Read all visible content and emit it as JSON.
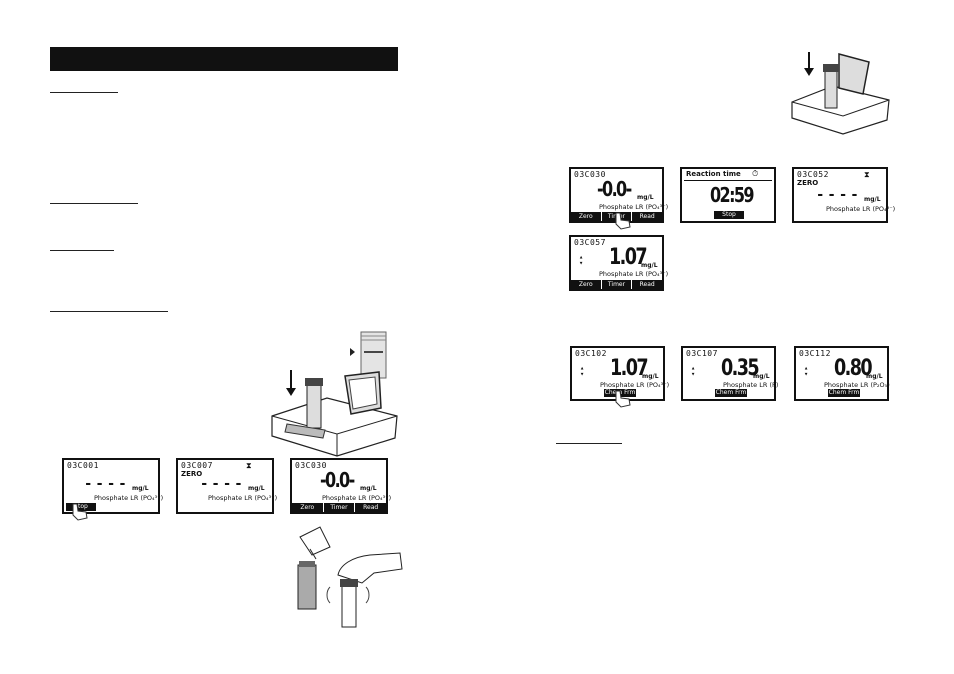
{
  "left_page": {
    "screens": {
      "s1": {
        "code": "03C001",
        "unit": "mg/L",
        "method": "Phosphate LR (PO₄³⁻)",
        "key": "Stop"
      },
      "s2": {
        "code": "03C007",
        "zero_label": "ZERO",
        "icon": "hourglass-icon",
        "unit": "mg/L",
        "method": "Phosphate LR (PO₄³⁻)"
      },
      "s3": {
        "code": "03C030",
        "reading": "-0.0-",
        "unit": "mg/L",
        "method": "Phosphate LR (PO₄³⁻)",
        "keys": [
          "Zero",
          "Timer",
          "Read"
        ]
      }
    }
  },
  "right_page": {
    "screens": {
      "s4": {
        "code": "03C030",
        "reading": "-0.0-",
        "unit": "mg/L",
        "method": "Phosphate LR (PO₄³⁻)",
        "keys": [
          "Zero",
          "Timer",
          "Read"
        ]
      },
      "s5": {
        "title": "Reaction time",
        "time": "02:59",
        "key": "Stop"
      },
      "s6": {
        "code": "03C052",
        "zero_label": "ZERO",
        "icon": "hourglass-icon",
        "unit": "mg/L",
        "method": "Phosphate LR (PO₄³⁻)"
      },
      "s7": {
        "code": "03C057",
        "reading": "1.07",
        "unit": "mg/L",
        "method": "Phosphate LR (PO₄³⁻)",
        "keys": [
          "Zero",
          "Timer",
          "Read"
        ]
      },
      "s8": {
        "code": "03C102",
        "reading": "1.07",
        "unit": "mg/L",
        "method": "Phosphate LR (PO₄³⁻)",
        "key": "Chem Frm"
      },
      "s9": {
        "code": "03C107",
        "reading": "0.35",
        "unit": "mg/L",
        "method": "Phosphate LR (P)",
        "key": "Chem Frm"
      },
      "s10": {
        "code": "03C112",
        "reading": "0.80",
        "unit": "mg/L",
        "method": "Phosphate LR (P₂O₅)",
        "key": "Chem Frm"
      }
    }
  }
}
